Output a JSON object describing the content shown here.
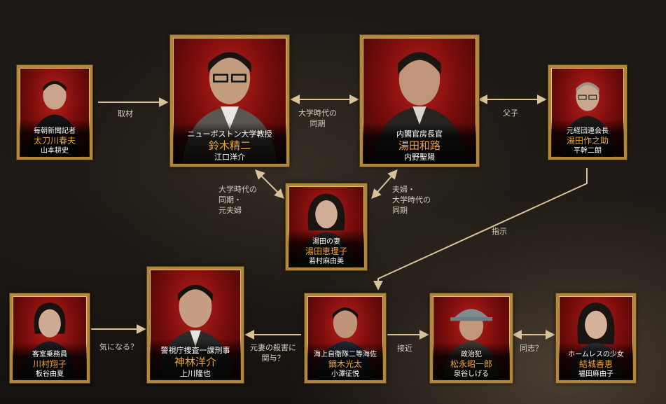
{
  "characters": {
    "tachikawa": {
      "role": "毎朝新聞記者",
      "name": "太刀川春夫",
      "actor": "山本耕史"
    },
    "suzuki": {
      "role": "ニューボストン大学教授",
      "name": "鈴木精二",
      "actor": "江口洋介"
    },
    "yuda_kazumichi": {
      "role": "内閣官房長官",
      "name": "湯田和路",
      "actor": "内野聖陽"
    },
    "yuda_sakunosuke": {
      "role": "元経団連会長",
      "name": "湯田作之助",
      "actor": "平幹二朗"
    },
    "yuda_eriko": {
      "role": "湯田の妻",
      "name": "湯田恵理子",
      "actor": "若村麻由美"
    },
    "kawamura": {
      "role": "客室乗務員",
      "name": "川村翔子",
      "actor": "板谷由夏"
    },
    "kanbayashi": {
      "role": "警視庁捜査一課刑事",
      "name": "神林洋介",
      "actor": "上川隆也"
    },
    "kaburagi": {
      "role": "海上自衛隊二等海佐",
      "name": "鏑木光太",
      "actor": "小澤征悦"
    },
    "matsunaga": {
      "role": "政治犯",
      "name": "松永昭一郎",
      "actor": "泉谷しげる"
    },
    "yuki": {
      "role": "ホームレスの少女",
      "name": "結城香恵",
      "actor": "福田麻由子"
    }
  },
  "relations": {
    "shuzai": "取材",
    "daigaku_line1": "大学時代の",
    "daigaku_line2": "同期",
    "fushi": "父子",
    "suzuki_eriko_line1": "大学時代の",
    "suzuki_eriko_line2": "同期・",
    "suzuki_eriko_line3": "元夫婦",
    "yuda_eriko_line1": "夫婦・",
    "yuda_eriko_line2": "大学時代の",
    "yuda_eriko_line3": "同期",
    "shiji": "指示",
    "kininaru": "気になる？",
    "motozuma_line1": "元妻の殺害に",
    "motozuma_line2": "関与？",
    "sekkin": "接近",
    "doushi": "同志？"
  },
  "colors": {
    "frame": "#b3873a",
    "character_name": "#f0a53a",
    "connector": "#d9c29a"
  }
}
